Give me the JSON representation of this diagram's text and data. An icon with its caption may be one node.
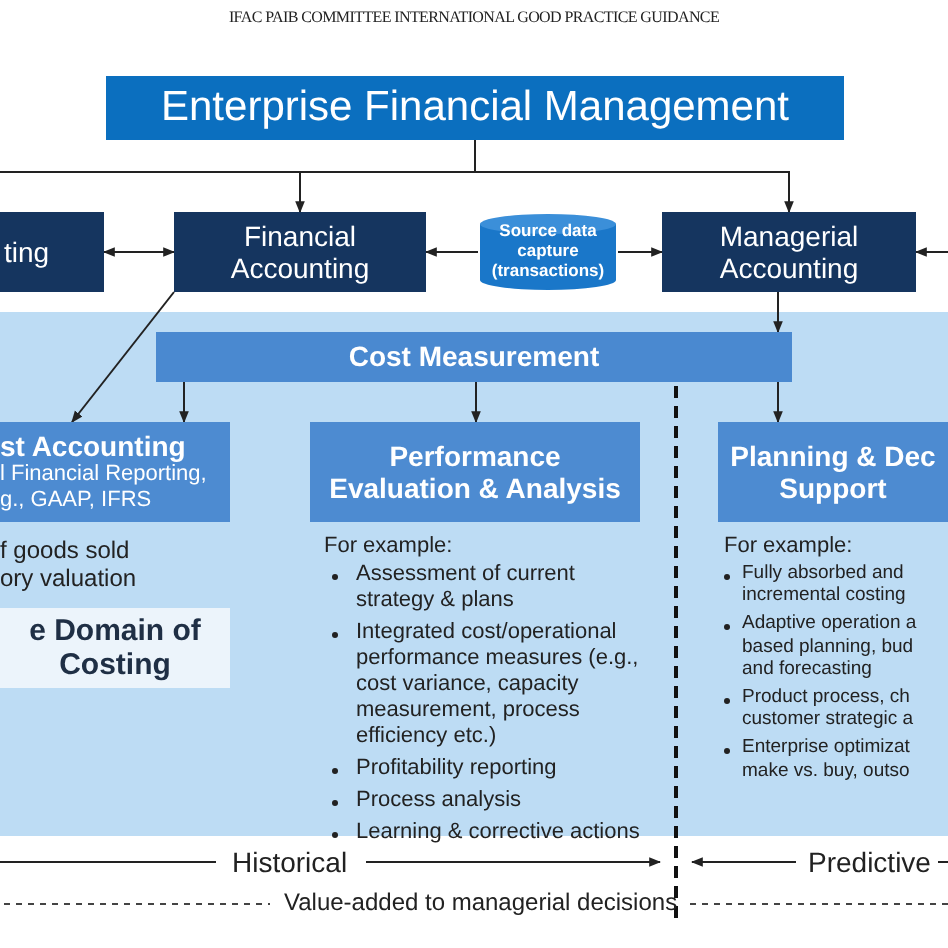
{
  "diagram": {
    "nodes": [
      {
        "text": [
          "Enterprise Financial Management"
        ]
      },
      {
        "text": [
          "ting"
        ]
      },
      {
        "text": [
          "Financial Accounting"
        ]
      },
      {
        "text": [
          "Source data capture (transactions)"
        ]
      },
      {
        "text": [
          "Managerial Accounting"
        ]
      },
      {
        "text": [
          "Cost Measurement"
        ]
      },
      {
        "text": [
          "st Accounting",
          "l Financial Reporting, g., GAAP, IFRS"
        ]
      },
      {
        "text": [
          "Performance Evaluation & Analysis"
        ]
      },
      {
        "text": [
          "Planning & Dec Support"
        ]
      },
      {
        "text": [
          "e Domain of Costing"
        ]
      }
    ],
    "edges": [
      {
        "from": 0,
        "to": 2,
        "arrow": "to"
      },
      {
        "from": 0,
        "to": 4,
        "arrow": "to"
      },
      {
        "from": 0,
        "to": null,
        "arrow": "none"
      },
      {
        "from": 1,
        "to": 2,
        "arrow": "both"
      },
      {
        "from": 3,
        "to": 2,
        "arrow": "to"
      },
      {
        "from": 3,
        "to": 4,
        "arrow": "to"
      },
      {
        "from": null,
        "to": 4,
        "arrow": "to"
      },
      {
        "from": 2,
        "to": 6,
        "arrow": "to"
      },
      {
        "from": 4,
        "to": 5,
        "arrow": "to"
      },
      {
        "from": 5,
        "to": 6,
        "arrow": "to"
      },
      {
        "from": 5,
        "to": 7,
        "arrow": "to"
      },
      {
        "from": 5,
        "to": 8,
        "arrow": "to"
      }
    ],
    "labels": [
      "IFAC PAIB COMMITTEE INTERNATIONAL GOOD PRACTICE GUIDANCE",
      "f goods sold",
      "ory valuation",
      "For example:",
      "Assessment of current strategy & plans",
      "Integrated cost/operational performance measures (e.g., cost variance, capacity measurement, process efficiency etc.)",
      "Profitability reporting",
      "Process analysis",
      "Learning & corrective actions",
      "For example:",
      "Fully absorbed and incremental costing",
      "Adaptive operation a based planning, bud and forecasting",
      "Product process, ch customer strategic a",
      "Enterprise optimizat make vs. buy, outso",
      "Historical",
      "Predictive",
      "Value-added to managerial decisions"
    ]
  }
}
